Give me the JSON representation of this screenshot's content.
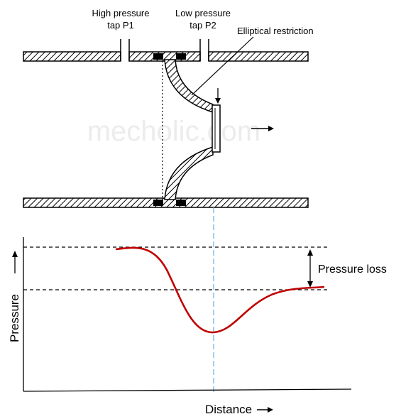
{
  "labels": {
    "high_pressure_tap_line1": "High pressure",
    "high_pressure_tap_line2": "tap P1",
    "low_pressure_tap_line1": "Low pressure",
    "low_pressure_tap_line2": "tap P2",
    "elliptical_restriction": "Elliptical restriction",
    "watermark": "mecholic.com",
    "pressure_loss": "Pressure loss",
    "y_axis_label": "Pressure",
    "x_axis_label": "Distance"
  },
  "colors": {
    "pressure_curve": "#c00000",
    "centerline": "#6aaed6",
    "ink": "#000000",
    "watermark": "#ececec"
  }
}
